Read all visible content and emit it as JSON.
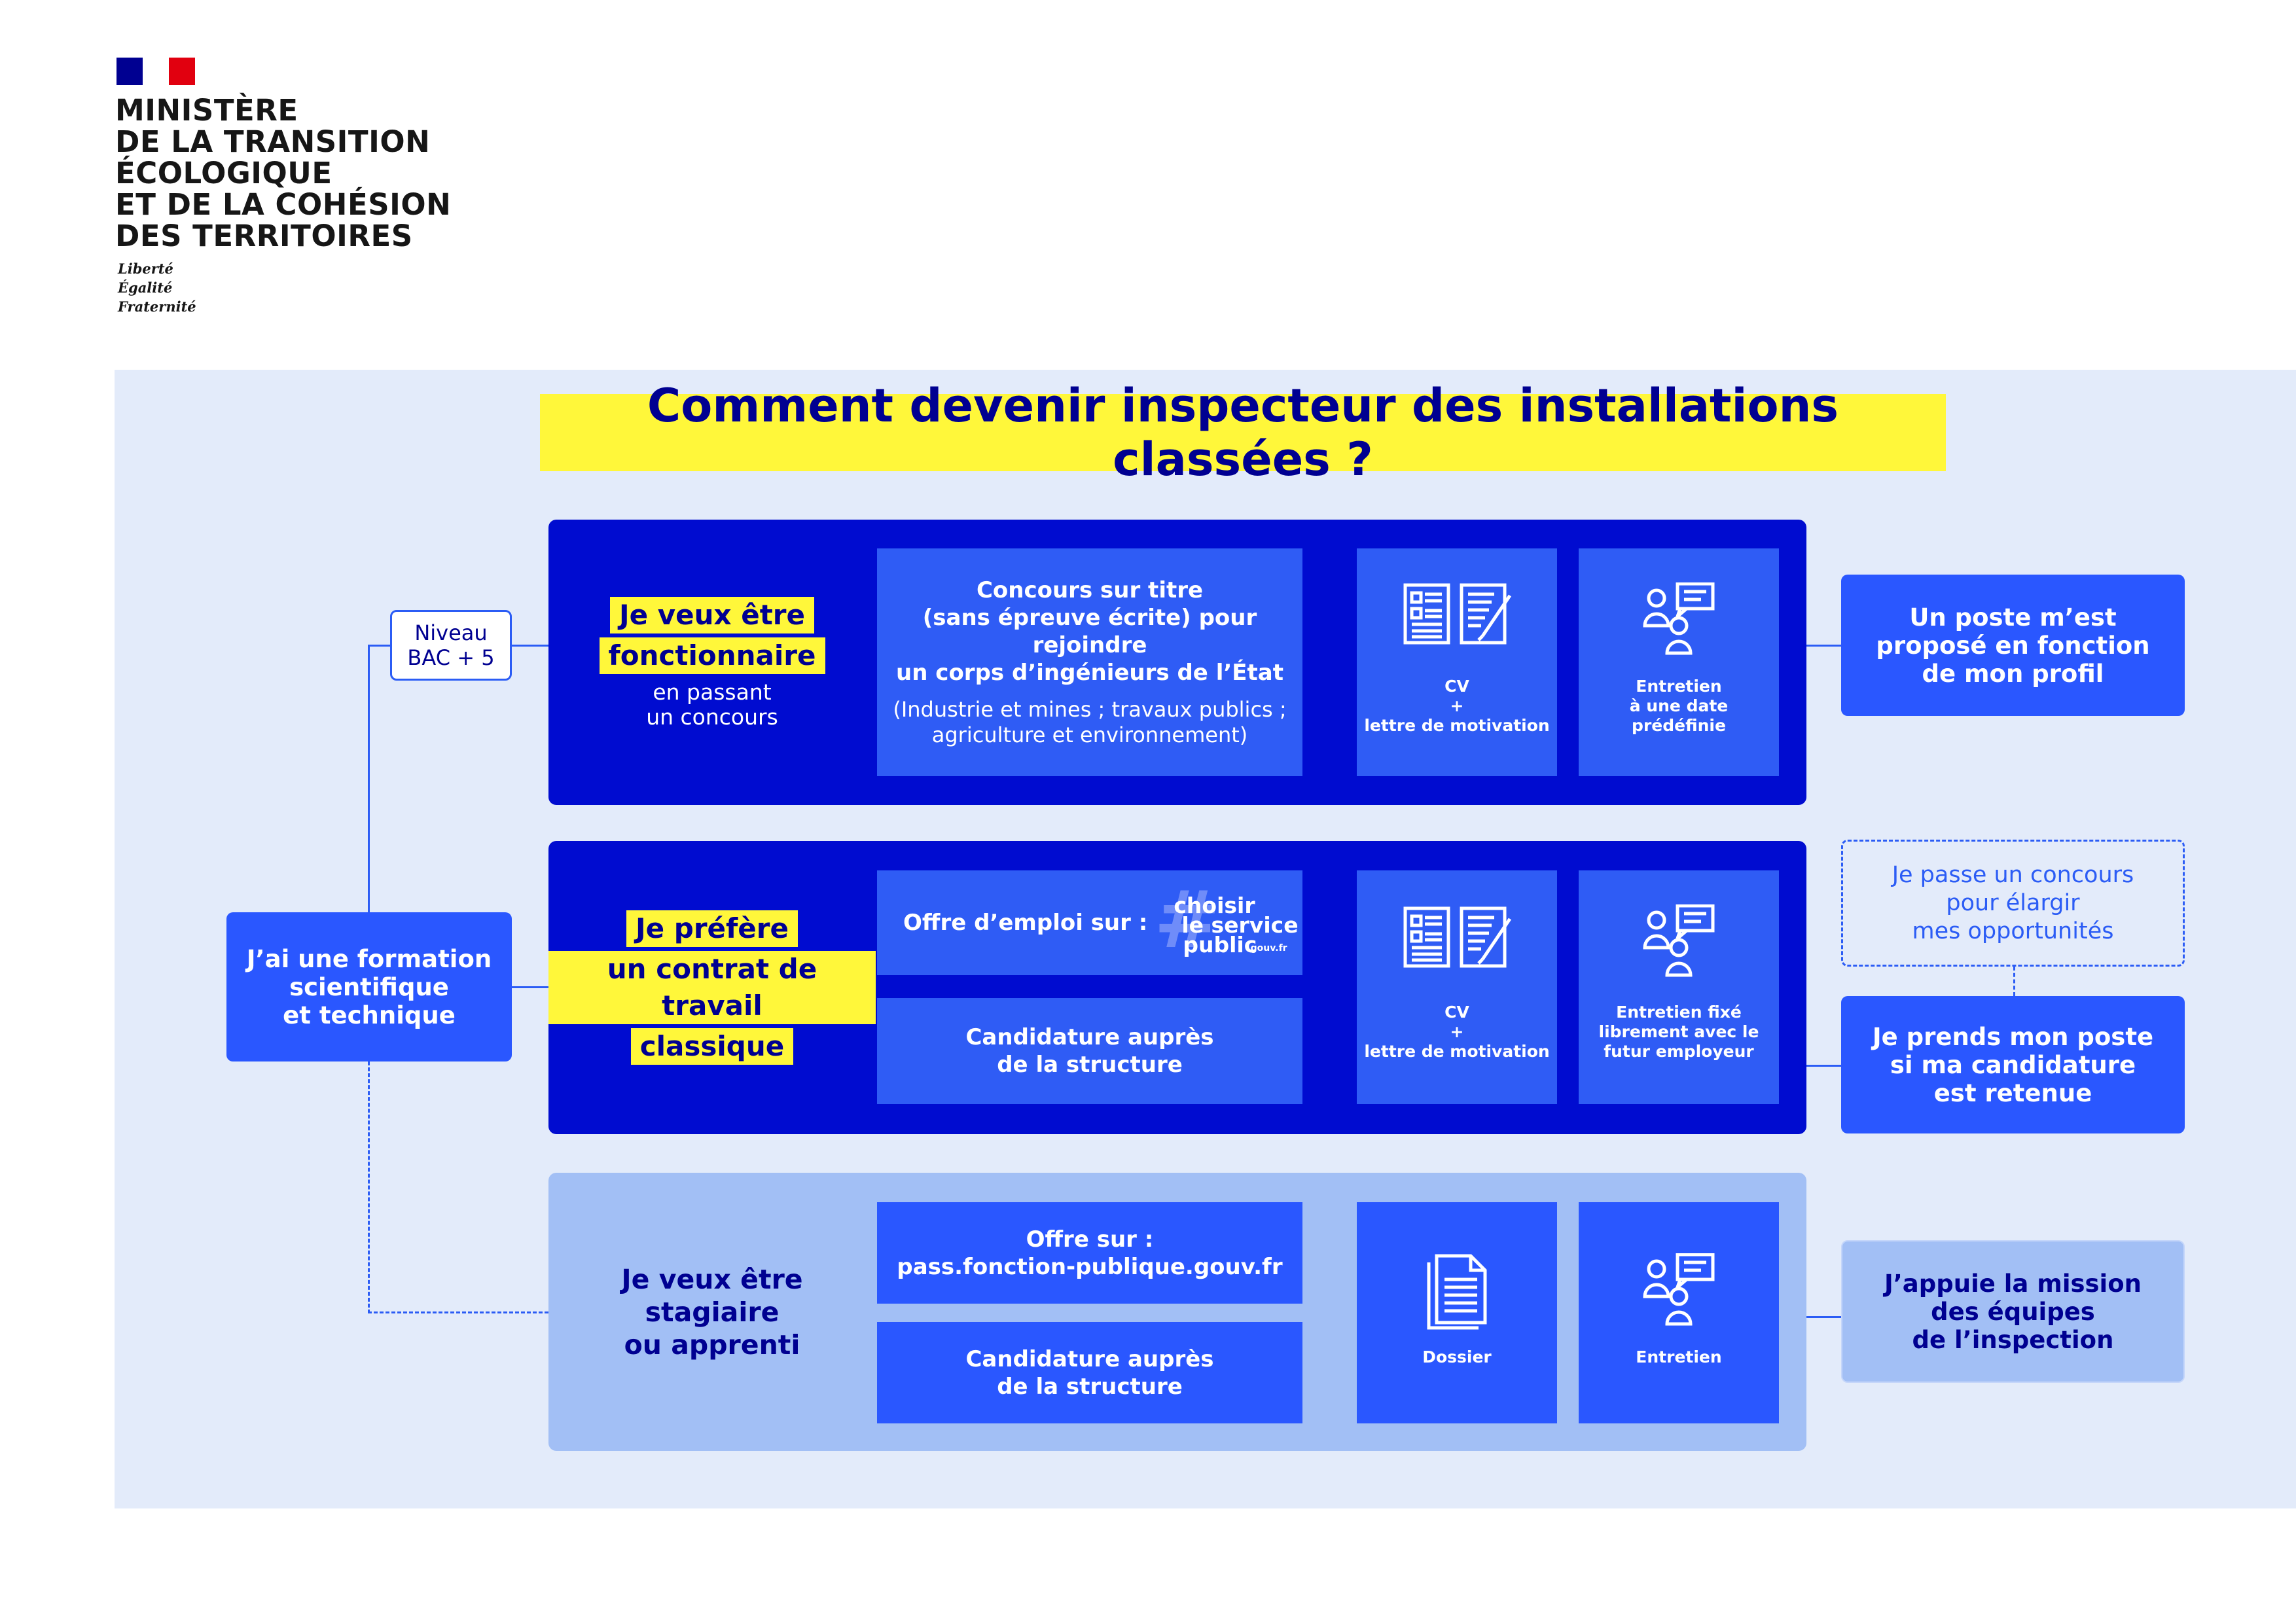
{
  "header": {
    "ministry_lines": [
      "MINISTÈRE",
      "DE LA TRANSITION",
      "ÉCOLOGIQUE",
      "ET DE LA COHÉSION",
      "DES TERRITOIRES"
    ],
    "motto": [
      "Liberté",
      "Égalité",
      "Fraternité"
    ]
  },
  "title": "Comment devenir inspecteur des installations classées ?",
  "left": {
    "node": [
      "J’ai une formation",
      "scientifique",
      "et technique"
    ],
    "niveau": [
      "Niveau",
      "BAC + 5"
    ]
  },
  "rows": {
    "fonctionnaire": {
      "highlight": [
        "Je veux être",
        "fonctionnaire"
      ],
      "sub": [
        "en passant",
        "un concours"
      ],
      "concours_title": [
        "Concours sur titre",
        "(sans épreuve écrite) pour rejoindre",
        "un corps d’ingénieurs de l’État"
      ],
      "concours_detail": [
        "(Industrie et mines ; travaux publics ;",
        "agriculture et environnement)"
      ],
      "cv": [
        "CV",
        "+",
        "lettre de motivation"
      ],
      "entretien": [
        "Entretien",
        "à une date",
        "prédéfinie"
      ]
    },
    "contrat": {
      "highlight": [
        "Je préfère",
        "un contrat de travail",
        "classique"
      ],
      "offre_label": "Offre d’emploi sur :",
      "csp_logo": [
        "#",
        "choisir",
        "le service",
        "public",
        ".gouv.fr"
      ],
      "candidature": [
        "Candidature auprès",
        "de la structure"
      ],
      "cv": [
        "CV",
        "+",
        "lettre de motivation"
      ],
      "entretien": [
        "Entretien fixé",
        "librement avec le",
        "futur employeur"
      ]
    },
    "stagiaire": {
      "label": [
        "Je veux être",
        "stagiaire",
        "ou apprenti"
      ],
      "offre": [
        "Offre sur :",
        "pass.fonction-publique.gouv.fr"
      ],
      "candidature": [
        "Candidature auprès",
        "de la structure"
      ],
      "dossier": "Dossier",
      "entretien": "Entretien"
    }
  },
  "right": {
    "poste_propose": [
      "Un poste m’est",
      "proposé en fonction",
      "de mon profil"
    ],
    "concours_option": [
      "Je passe un concours",
      "pour élargir",
      "mes opportunités"
    ],
    "prends_poste": [
      "Je prends mon poste",
      "si ma candidature",
      "est retenue"
    ],
    "appuie_mission": [
      "J’appuie la mission",
      "des équipes",
      "de l’inspection"
    ]
  },
  "colors": {
    "dark_blue": "#000091",
    "row_blue": "#000cd0",
    "cell_blue": "#2f5cf5",
    "bright_blue": "#2a57ff",
    "light_blue": "#a2bff5",
    "panel_bg": "#e3ebfa",
    "yellow": "#fff73a",
    "flag_red": "#e1000f"
  },
  "icons": [
    "document-icon",
    "form-pen-icon",
    "people-chat-icon",
    "dossier-icon"
  ]
}
